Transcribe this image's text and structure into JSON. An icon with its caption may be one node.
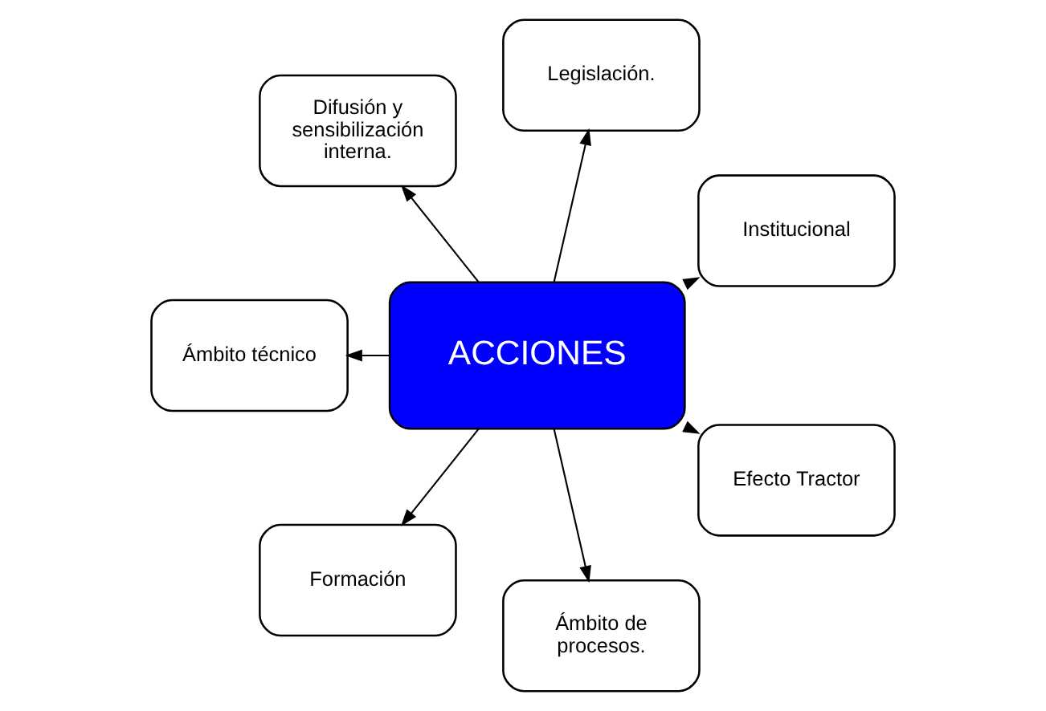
{
  "diagram": {
    "nodes": [
      {
        "text": [
          "Institucional"
        ]
      },
      {
        "text": [
          "Legislación."
        ]
      },
      {
        "text": [
          "Difusión y sensibilización interna."
        ]
      },
      {
        "text": [
          "ACCIONES"
        ]
      },
      {
        "text": [
          "Ámbito técnico"
        ]
      },
      {
        "text": [
          "Formación"
        ]
      },
      {
        "text": [
          "Ámbito de procesos."
        ]
      },
      {
        "text": [
          "Efecto Tractor"
        ]
      }
    ],
    "edges": [
      {
        "from": 3,
        "to": 0,
        "arrow": "to"
      },
      {
        "from": 3,
        "to": 1,
        "arrow": "to"
      },
      {
        "from": 3,
        "to": 2,
        "arrow": "to"
      },
      {
        "from": 3,
        "to": 4,
        "arrow": "to"
      },
      {
        "from": 3,
        "to": 5,
        "arrow": "to"
      },
      {
        "from": 3,
        "to": 6,
        "arrow": "to"
      },
      {
        "from": 3,
        "to": 7,
        "arrow": "to"
      }
    ]
  }
}
